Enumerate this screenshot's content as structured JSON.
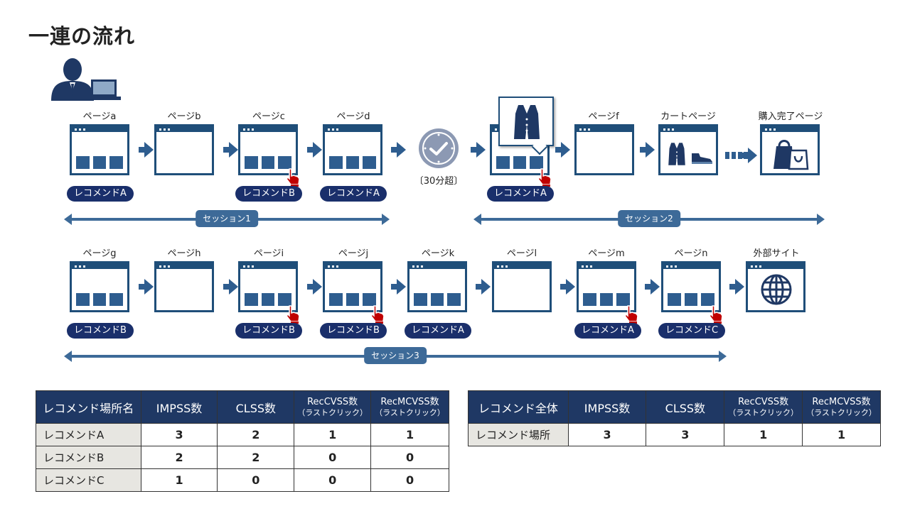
{
  "title": "一連の流れ",
  "rows": [
    {
      "pages": [
        {
          "label": "ページa",
          "has_blocks": true,
          "hand": false,
          "rec": "レコメンドA"
        },
        {
          "label": "ページb",
          "has_blocks": false,
          "hand": false,
          "rec": ""
        },
        {
          "label": "ページc",
          "has_blocks": true,
          "hand": true,
          "rec": "レコメンドB"
        },
        {
          "label": "ページd",
          "has_blocks": true,
          "hand": false,
          "rec": "レコメンドA"
        }
      ],
      "timeout_label": "〔30分超〕",
      "pages2": [
        {
          "label": "",
          "has_blocks": true,
          "hand": true,
          "rec": "レコメンドA"
        },
        {
          "label": "ページf",
          "has_blocks": false,
          "hand": false,
          "rec": ""
        },
        {
          "label": "カートページ",
          "has_blocks": false,
          "hand": false,
          "rec": ""
        },
        {
          "label": "購入完了ページ",
          "has_blocks": false,
          "hand": false,
          "rec": ""
        }
      ],
      "sessions": [
        "セッション1",
        "セッション2"
      ]
    },
    {
      "pages": [
        {
          "label": "ページg",
          "has_blocks": true,
          "hand": false,
          "rec": "レコメンドB"
        },
        {
          "label": "ページh",
          "has_blocks": false,
          "hand": false,
          "rec": ""
        },
        {
          "label": "ページi",
          "has_blocks": true,
          "hand": true,
          "rec": "レコメンドB"
        },
        {
          "label": "ページj",
          "has_blocks": true,
          "hand": true,
          "rec": "レコメンドB"
        },
        {
          "label": "ページk",
          "has_blocks": true,
          "hand": false,
          "rec": "レコメンドA"
        },
        {
          "label": "ページl",
          "has_blocks": false,
          "hand": false,
          "rec": ""
        },
        {
          "label": "ページm",
          "has_blocks": true,
          "hand": true,
          "rec": "レコメンドA"
        },
        {
          "label": "ページn",
          "has_blocks": true,
          "hand": true,
          "rec": "レコメンドC"
        },
        {
          "label": "外部サイト",
          "has_blocks": false,
          "hand": false,
          "rec": ""
        }
      ],
      "sessions": [
        "セッション3"
      ]
    }
  ],
  "table1": {
    "headers": [
      "レコメンド場所名",
      "IMPSS数",
      "CLSS数",
      "RecCVSS数",
      "RecMCVSS数"
    ],
    "sub": "（ラストクリック）",
    "rows": [
      [
        "レコメンドA",
        "3",
        "2",
        "1",
        "1"
      ],
      [
        "レコメンドB",
        "2",
        "2",
        "0",
        "0"
      ],
      [
        "レコメンドC",
        "1",
        "0",
        "0",
        "0"
      ]
    ]
  },
  "table2": {
    "headers": [
      "レコメンド全体",
      "IMPSS数",
      "CLSS数",
      "RecCVSS数",
      "RecMCVSS数"
    ],
    "sub": "（ラストクリック）",
    "rows": [
      [
        "レコメンド場所",
        "3",
        "3",
        "1",
        "1"
      ]
    ]
  },
  "colors": {
    "navy": "#1a2f6b",
    "frame": "#1f4e79",
    "arrow": "#2e5d8f",
    "header": "#1f3864",
    "rowlabel": "#e7e6e1",
    "hand": "#c00000"
  }
}
